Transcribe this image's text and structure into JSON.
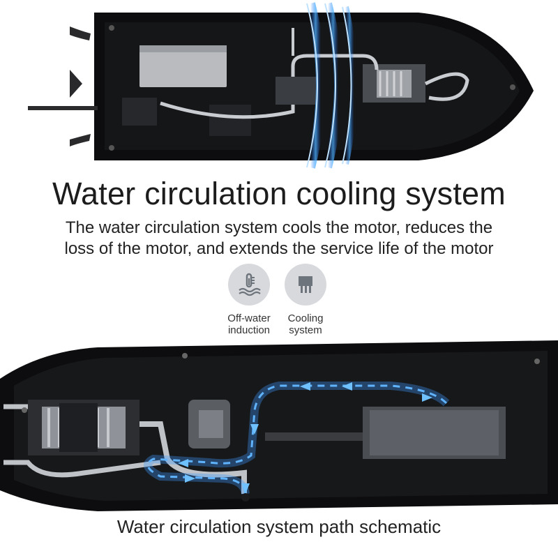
{
  "title": "Water circulation cooling system",
  "subtitle_line1": "The water circulation system cools the motor, reduces the",
  "subtitle_line2": "loss of the motor, and extends the service life of the motor",
  "features": [
    {
      "label_line1": "Off-water",
      "label_line2": "induction",
      "icon": "thermometer-water-icon"
    },
    {
      "label_line1": "Cooling",
      "label_line2": "system",
      "icon": "chip-icon"
    }
  ],
  "caption": "Water circulation system path schematic",
  "colors": {
    "hull": "#0d0d0f",
    "flow": "#3b9cff",
    "icon_bg": "#d7d9dc",
    "icon_fg": "#6e747c"
  }
}
